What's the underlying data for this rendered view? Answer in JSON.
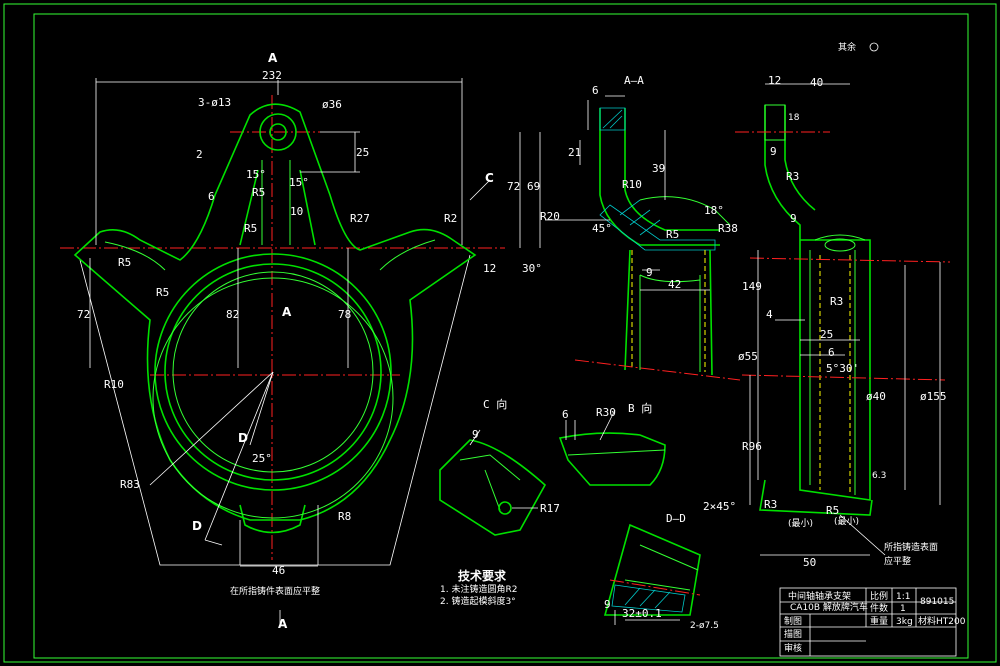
{
  "views": {
    "front": {
      "section_top": "A",
      "section_mid": "A",
      "section_bottom": "A",
      "dims": [
        "232",
        "3-ø13",
        "ø36",
        "25",
        "2",
        "15°",
        "15°",
        "R5",
        "10",
        "R5",
        "6",
        "R27",
        "72",
        "69",
        "R5",
        "R2",
        "12",
        "30°",
        "R5",
        "72",
        "82",
        "78",
        "R10",
        "R83",
        "25°",
        "R8",
        "46"
      ],
      "view_c_label": "C",
      "view_d_label": "D",
      "note": "在所指铸件表面应平整"
    },
    "section_aa": {
      "title": "A—A",
      "dims": [
        "6",
        "21",
        "39",
        "R10",
        "R20",
        "45°",
        "18°",
        "R5",
        "R38",
        "9",
        "42"
      ]
    },
    "side": {
      "dims": [
        "12",
        "40",
        "18",
        "9",
        "R3",
        "9",
        "R3",
        "149",
        "4",
        "25",
        "6",
        "5°30'",
        "ø55",
        "ø40",
        "ø155",
        "R96",
        "2×45°",
        "R3",
        "R5",
        "50",
        "6.3"
      ],
      "notes": [
        "(最小)",
        "(最小)"
      ],
      "surface_note_1": "所指铸造表面",
      "surface_note_2": "应平整",
      "roughness": "其余"
    },
    "view_c": {
      "title": "C 向",
      "dims": [
        "9",
        "R17"
      ]
    },
    "view_b": {
      "title": "B 向",
      "dims": [
        "6",
        "R30"
      ]
    },
    "section_dd": {
      "title": "D—D",
      "dims": [
        "9",
        "32±0.1",
        "2-ø7.5"
      ]
    }
  },
  "tech_requirements": {
    "heading": "技术要求",
    "items": [
      "1. 未注铸造圆角R2",
      "2. 铸造起模斜度3°"
    ]
  },
  "title_block": {
    "name_line1": "中间轴轴承支架",
    "name_line2": "CA10B 解放牌汽车",
    "scale_label": "比例",
    "scale_value": "1:1",
    "drawing_no": "891015",
    "qty_label": "件数",
    "qty_value": "1",
    "draw_label": "制图",
    "weight_label": "重量",
    "weight_value": "3kg",
    "material_label": "材料",
    "material_value": "HT200",
    "drafter_label": "描图",
    "reviewer_label": "审核"
  }
}
